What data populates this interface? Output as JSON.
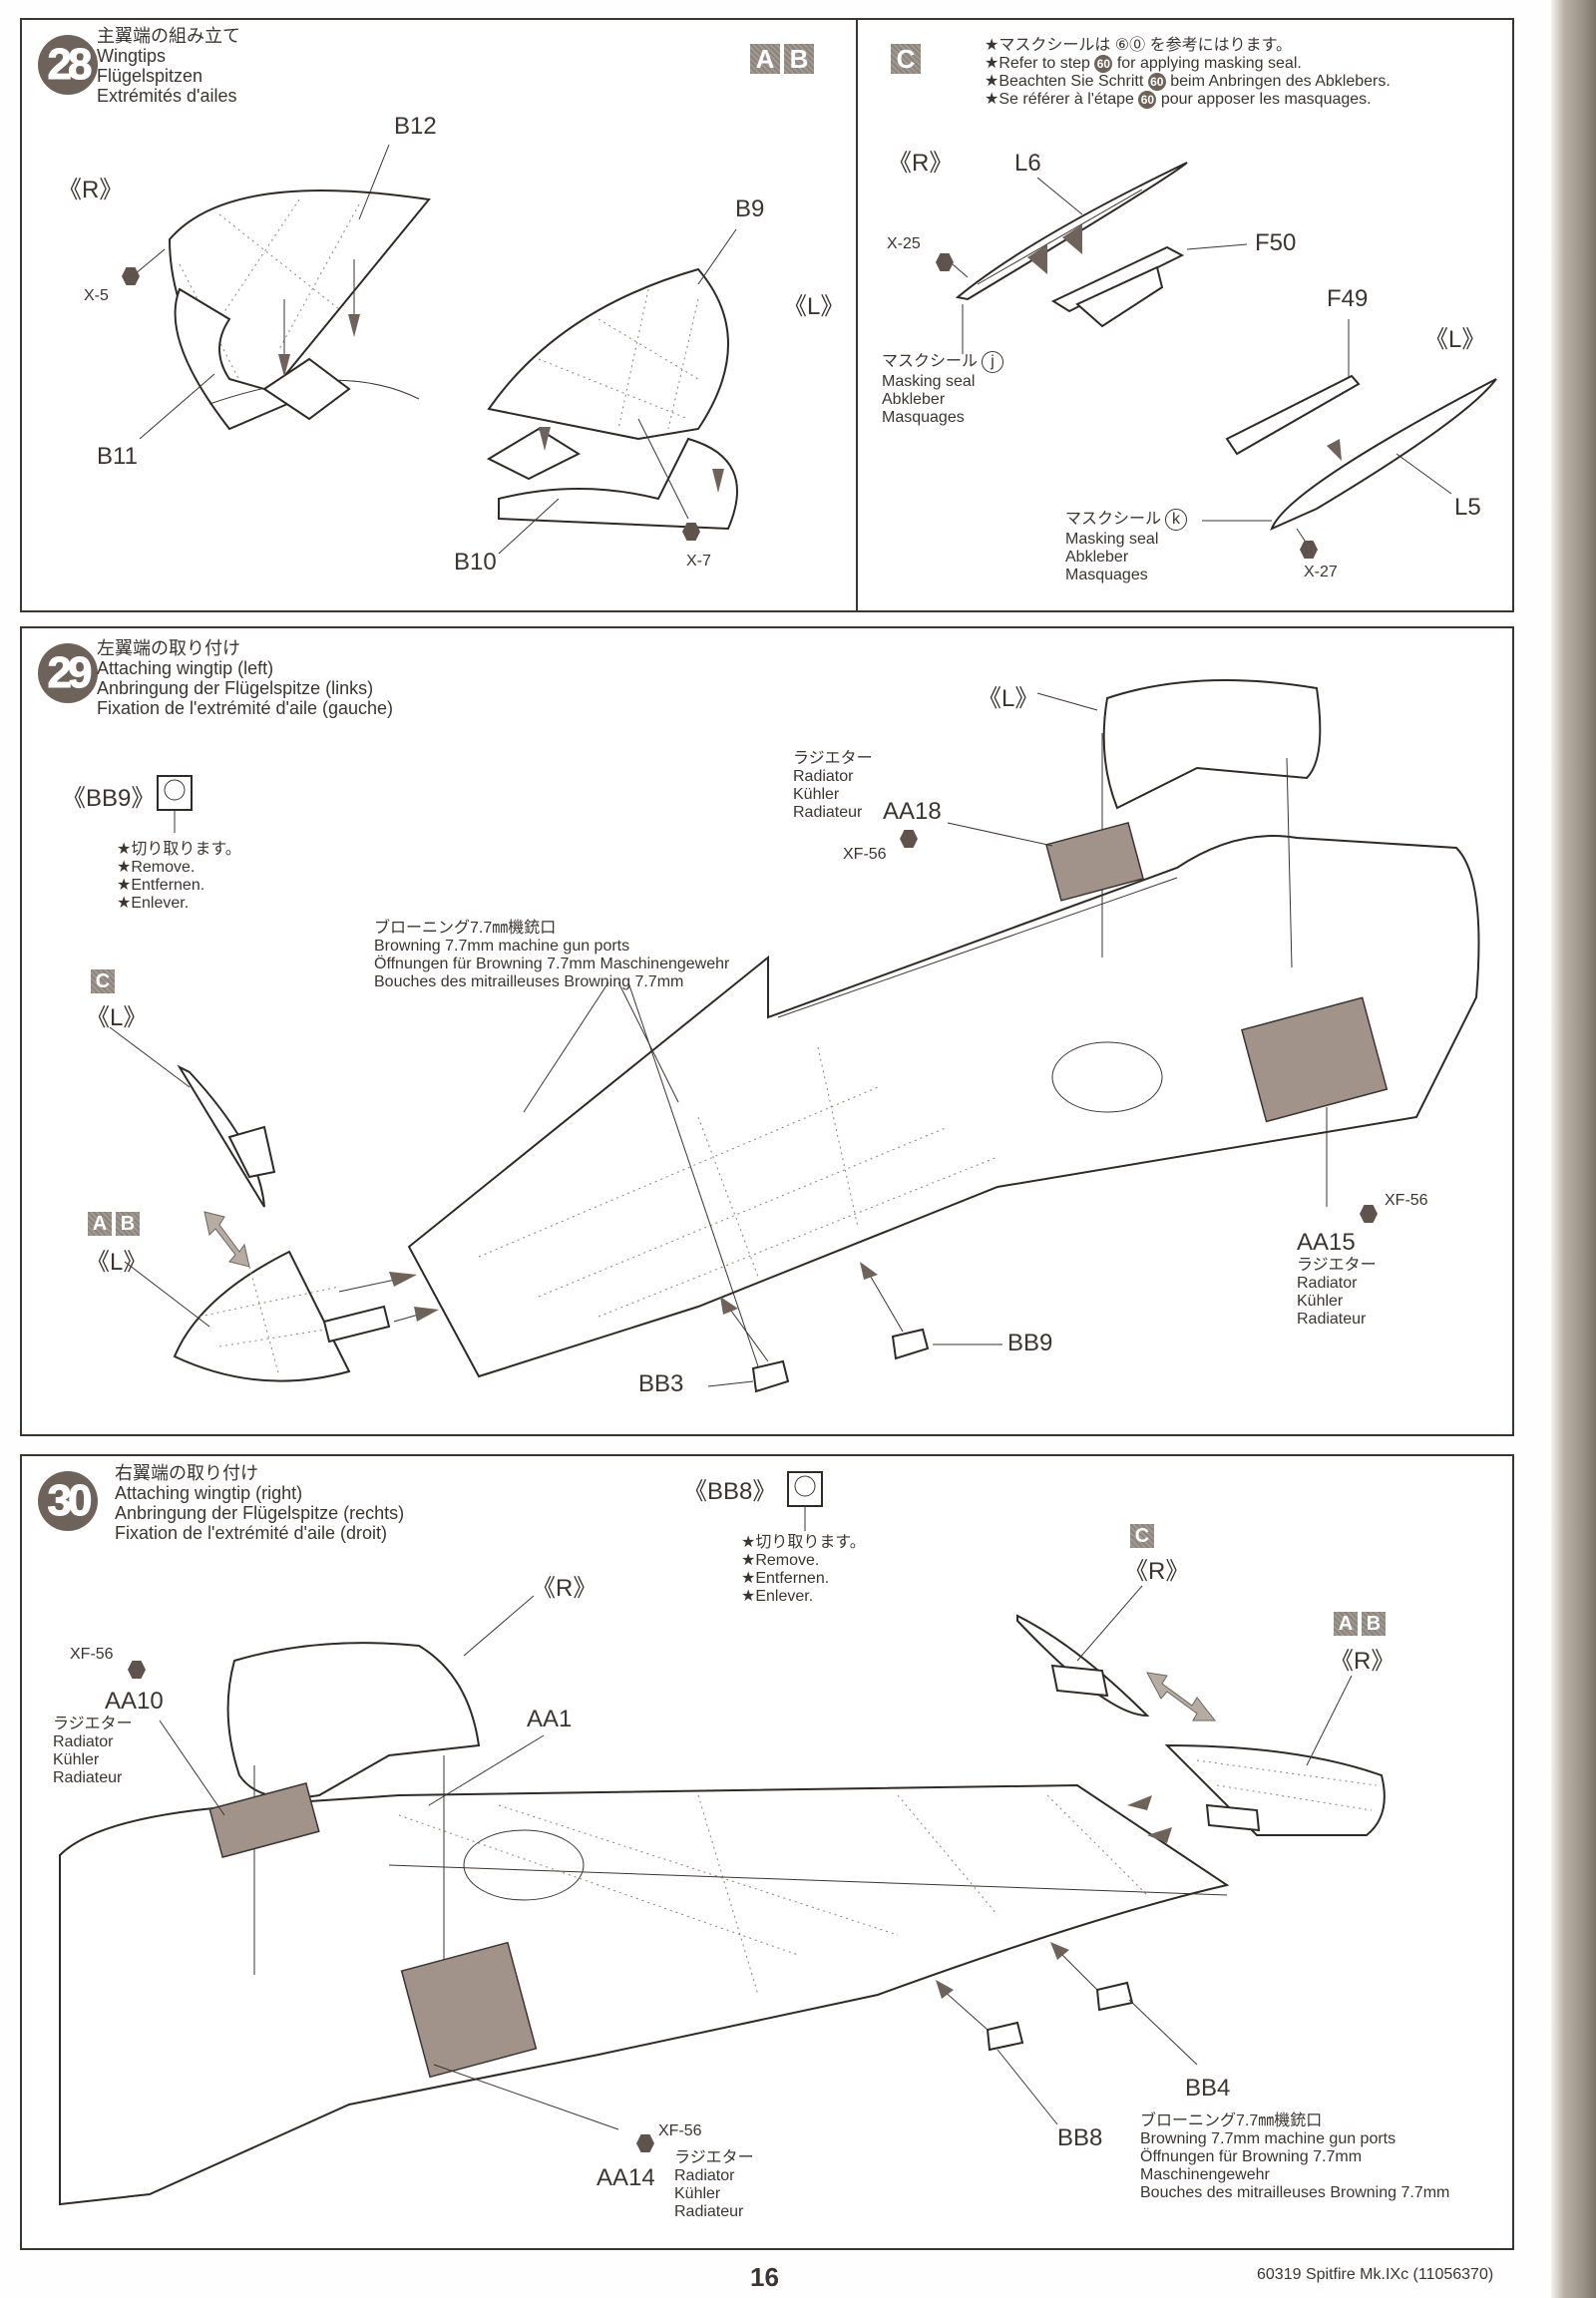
{
  "page": {
    "number": "16",
    "footer": "60319  Spitfire Mk.IXc (11056370)"
  },
  "step28": {
    "number": "28",
    "title_ja": "主翼端の組み立て",
    "title_en": "Wingtips",
    "title_de": "Flügelspitzen",
    "title_fr": "Extrémités d'ailes",
    "sprues_left": [
      "A",
      "B"
    ],
    "sprue_right": "C",
    "right_label": "《R》",
    "left_label": "《L》",
    "parts": {
      "b12": "B12",
      "b11": "B11",
      "b9": "B9",
      "b10": "B10",
      "paint_x5": "X-5",
      "paint_x7": "X-7"
    },
    "note": {
      "ja": "★マスクシールは ⑥⓪ を参考にはります。",
      "en_pre": "★Refer to step ",
      "en_post": " for applying masking seal.",
      "de_pre": "★Beachten Sie Schritt ",
      "de_post": " beim Anbringen des Abklebers.",
      "fr_pre": "★Se référer à l'étape ",
      "fr_post": " pour apposer les masquages.",
      "step_ref": "60"
    },
    "c_right_label": "《R》",
    "c_left_label": "《L》",
    "c_parts": {
      "l6": "L6",
      "f50": "F50",
      "f49": "F49",
      "l5": "L5",
      "paint_x25": "X-25",
      "paint_x27": "X-27"
    },
    "mask_j": {
      "symbol": "j",
      "ja": "マスクシール",
      "en": "Masking seal",
      "de": "Abkleber",
      "fr": "Masquages"
    },
    "mask_k": {
      "symbol": "k",
      "ja": "マスクシール",
      "en": "Masking seal",
      "de": "Abkleber",
      "fr": "Masquages"
    }
  },
  "step29": {
    "number": "29",
    "title_ja": "左翼端の取り付け",
    "title_en": "Attaching wingtip (left)",
    "title_de": "Anbringung der Flügelspitze (links)",
    "title_fr": "Fixation de l'extrémité d'aile (gauche)",
    "cut_part": "《BB9》",
    "remove": {
      "ja": "★切り取ります。",
      "en": "★Remove.",
      "de": "★Entfernen.",
      "fr": "★Enlever."
    },
    "gun_ports": {
      "ja": "ブローニング7.7㎜機銃口",
      "en": "Browning 7.7mm machine gun ports",
      "de": "Öffnungen für Browning 7.7mm Maschinengewehr",
      "fr": "Bouches des mitrailleuses Browning 7.7mm"
    },
    "radiator_top": {
      "part": "AA18",
      "paint": "XF-56",
      "ja": "ラジエター",
      "en": "Radiator",
      "de": "Kühler",
      "fr": "Radiateur"
    },
    "radiator_bottom": {
      "part": "AA15",
      "paint": "XF-56",
      "ja": "ラジエター",
      "en": "Radiator",
      "de": "Kühler",
      "fr": "Radiateur"
    },
    "flap_label": "《L》",
    "sprue_c": "C",
    "c_label": "《L》",
    "sprues_ab": [
      "A",
      "B"
    ],
    "ab_label": "《L》",
    "parts": {
      "bb3": "BB3",
      "bb9": "BB9"
    }
  },
  "step30": {
    "number": "30",
    "title_ja": "右翼端の取り付け",
    "title_en": "Attaching wingtip (right)",
    "title_de": "Anbringung der Flügelspitze (rechts)",
    "title_fr": "Fixation de l'extrémité d'aile (droit)",
    "cut_part": "《BB8》",
    "remove": {
      "ja": "★切り取ります。",
      "en": "★Remove.",
      "de": "★Entfernen.",
      "fr": "★Enlever."
    },
    "flap_label": "《R》",
    "sprue_c": "C",
    "c_label": "《R》",
    "sprues_ab": [
      "A",
      "B"
    ],
    "ab_label": "《R》",
    "radiator_top": {
      "part": "AA10",
      "paint": "XF-56",
      "ja": "ラジエター",
      "en": "Radiator",
      "de": "Kühler",
      "fr": "Radiateur"
    },
    "radiator_bottom": {
      "part": "AA14",
      "paint": "XF-56",
      "ja": "ラジエター",
      "en": "Radiator",
      "de": "Kühler",
      "fr": "Radiateur"
    },
    "parts": {
      "aa1": "AA1",
      "bb4": "BB4",
      "bb8": "BB8"
    },
    "gun_ports": {
      "ja": "ブローニング7.7㎜機銃口",
      "en": "Browning 7.7mm machine gun ports",
      "de1": "Öffnungen für Browning 7.7mm",
      "de2": "Maschinengewehr",
      "fr": "Bouches des mitrailleuses Browning 7.7mm"
    }
  }
}
